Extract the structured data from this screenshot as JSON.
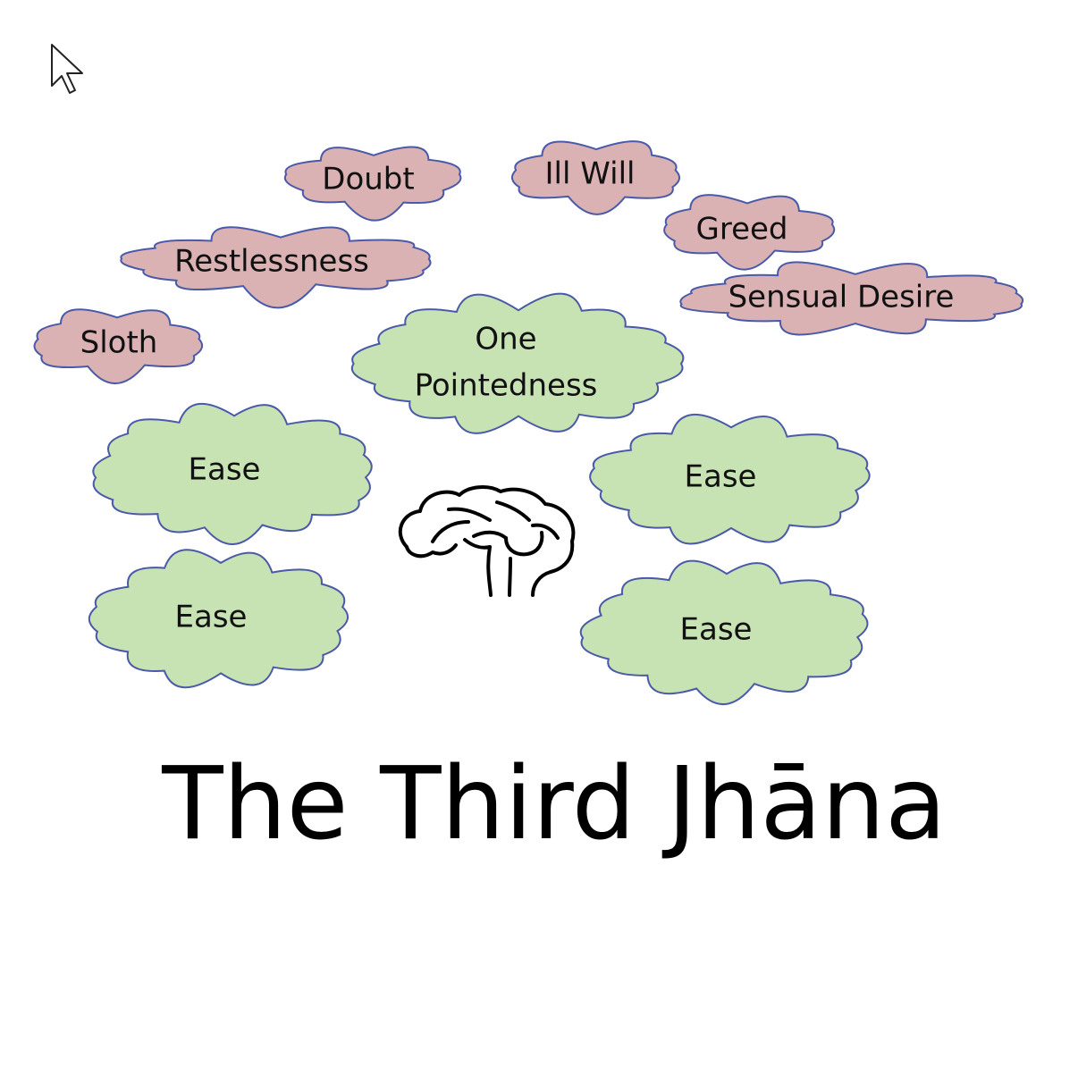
{
  "title": "The Third Jhāna",
  "colors": {
    "hindrance_fill": "#dbb2b4",
    "factor_fill": "#c7e2b3",
    "outline": "#4a5aa8"
  },
  "icons": {
    "cursor": "mouse-pointer-icon",
    "brain": "brain-icon"
  },
  "hindrances": [
    {
      "id": "doubt",
      "label": "Doubt"
    },
    {
      "id": "ill-will",
      "label": "Ill Will"
    },
    {
      "id": "greed",
      "label": "Greed"
    },
    {
      "id": "restlessness",
      "label": "Restlessness"
    },
    {
      "id": "sensual-desire",
      "label": "Sensual Desire"
    },
    {
      "id": "sloth",
      "label": "Sloth"
    }
  ],
  "factors": [
    {
      "id": "one-pointedness",
      "lines": [
        "One",
        "Pointedness"
      ]
    },
    {
      "id": "ease-1",
      "lines": [
        "Ease"
      ]
    },
    {
      "id": "ease-2",
      "lines": [
        "Ease"
      ]
    },
    {
      "id": "ease-3",
      "lines": [
        "Ease"
      ]
    },
    {
      "id": "ease-4",
      "lines": [
        "Ease"
      ]
    }
  ]
}
